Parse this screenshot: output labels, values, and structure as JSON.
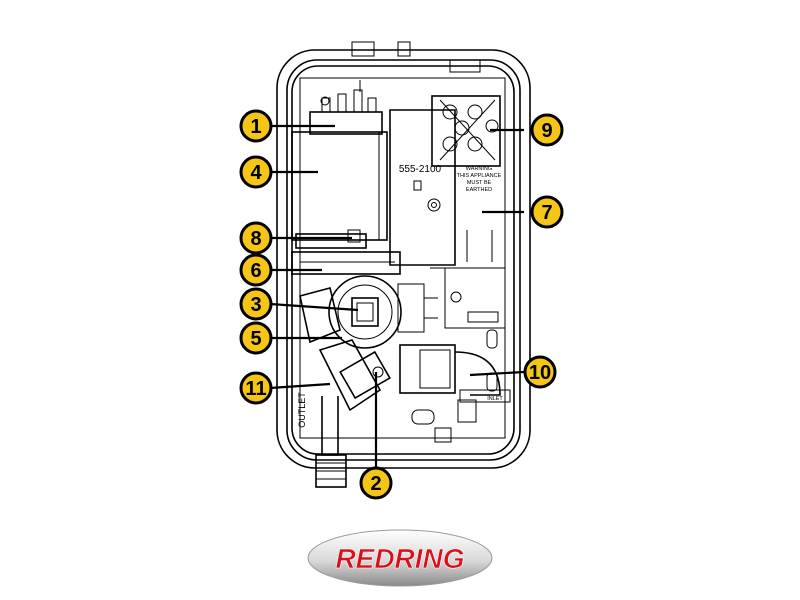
{
  "diagram": {
    "model_label": "555-2100",
    "warning_lines": [
      "WARNING",
      "THIS APPLIANCE",
      "MUST BE",
      "EARTHED"
    ],
    "outlet_label": "OUTLET",
    "inlet_label": "INLET",
    "callouts": [
      "1",
      "2",
      "3",
      "4",
      "5",
      "6",
      "7",
      "8",
      "9",
      "10",
      "11"
    ]
  },
  "logo": {
    "text": "REDRING",
    "color": "#d8121b"
  }
}
